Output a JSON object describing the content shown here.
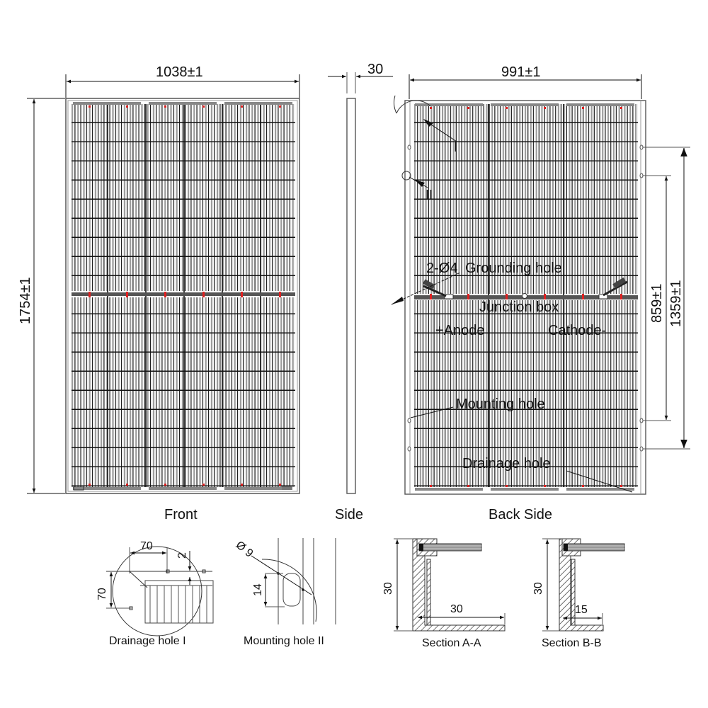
{
  "drawing": {
    "title": "Solar module mechanical drawing",
    "colors": {
      "line": "#111111",
      "frame": "#777777",
      "cell_gap": "#bbbbbb",
      "busbar": "#e02020"
    }
  },
  "views": {
    "front": {
      "label": "Front",
      "width_dim": "1038±1",
      "height_dim": "1754±1"
    },
    "side": {
      "label": "Side",
      "thickness_dim": "30"
    },
    "back": {
      "label": "Back Side",
      "width_dim": "991±1",
      "inner_mount_dim": "859±1",
      "outer_mount_dim": "1359±1",
      "callout_1": "I",
      "callout_2": "II",
      "grounding_qty": "2-Ø4",
      "grounding_label": "Grounding hole",
      "junction_label": "Junction box",
      "anode_label": "+Anode",
      "cathode_label": "Cathode-",
      "mounting_label": "Mounting hole",
      "drainage_label": "Drainage hole"
    }
  },
  "details": {
    "drainage": {
      "label": "Drainage hole I",
      "dim_w": "70",
      "dim_h": "70",
      "dim_gap": "2"
    },
    "mounting": {
      "label": "Mounting hole II",
      "dim_dia": "Ø 9",
      "dim_len": "14"
    },
    "section_a": {
      "label": "Section A-A",
      "dim_h": "30",
      "dim_w": "30"
    },
    "section_b": {
      "label": "Section B-B",
      "dim_h": "30",
      "dim_w": "15"
    }
  }
}
